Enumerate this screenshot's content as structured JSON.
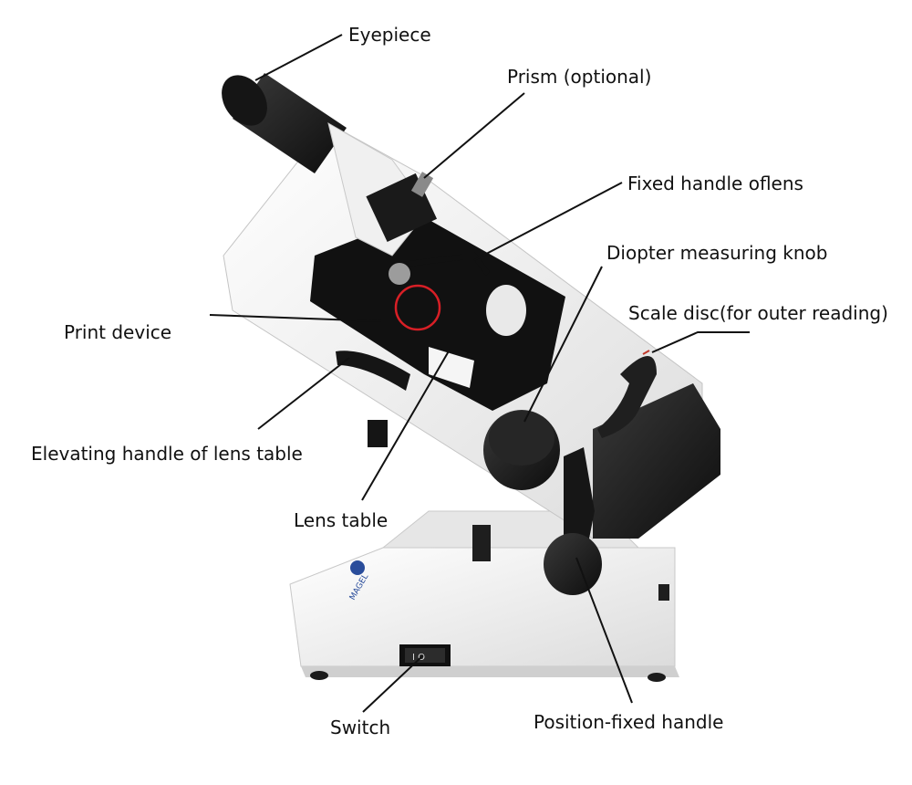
{
  "labels": {
    "eyepiece": "Eyepiece",
    "prism": "Prism (optional)",
    "fixed_handle": "Fixed handle oflens",
    "diopter_knob": "Diopter measuring knob",
    "scale_disc": "Scale disc(for outer reading)",
    "print_device": "Print device",
    "elevating_handle": "Elevating handle of lens table",
    "lens_table": "Lens table",
    "switch": "Switch",
    "position_fixed_handle": "Position-fixed handle"
  },
  "brand_logo_text": "MAGEL",
  "switch_marks": "I O",
  "colors": {
    "body_white": "#f3f3f3",
    "dark_parts": "#1c1c1c",
    "highlight_circle": "#d81f26",
    "scale_mark": "#c0392b",
    "logo_blue": "#2a4d9b"
  }
}
